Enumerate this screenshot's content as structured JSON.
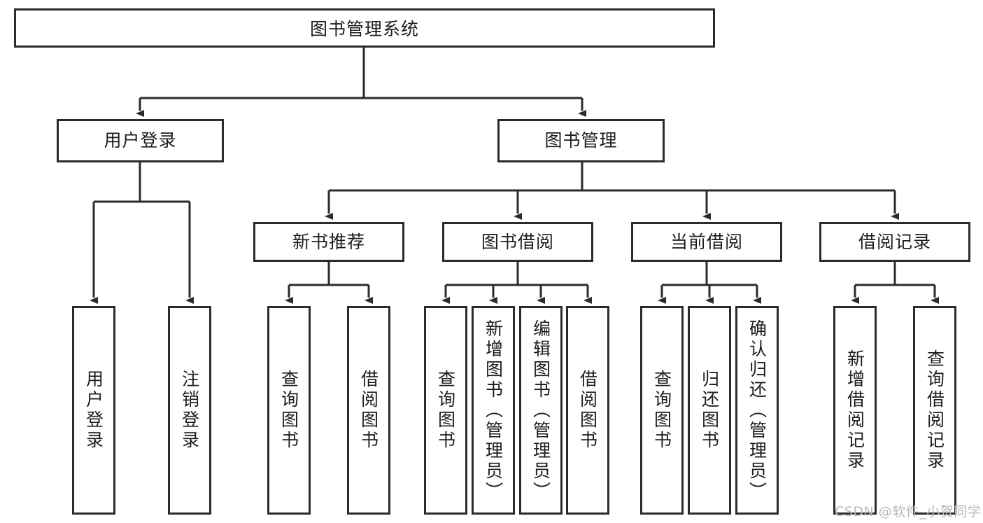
{
  "diagram": {
    "title": "图书管理系统",
    "type": "tree-hierarchy",
    "watermark": "CSDN @软件_小贺同学",
    "colors": {
      "box_border": "#2b2b2b",
      "box_fill": "#ffffff",
      "edge": "#2b2b2b",
      "text": "#1d1d1d",
      "watermark": "#b9b9b9",
      "background": "#ffffff"
    }
  },
  "nodes": {
    "root": {
      "label": "图书管理系统"
    },
    "level1": [
      {
        "id": "user-login",
        "label": "用户登录"
      },
      {
        "id": "book-manage",
        "label": "图书管理"
      }
    ],
    "level2": [
      {
        "id": "new-book-recommend",
        "label": "新书推荐"
      },
      {
        "id": "book-borrow",
        "label": "图书借阅"
      },
      {
        "id": "current-borrow",
        "label": "当前借阅"
      },
      {
        "id": "borrow-record",
        "label": "借阅记录"
      }
    ],
    "leaves": {
      "user-login": [
        {
          "id": "leaf-user-login",
          "label": "用户登录"
        },
        {
          "id": "leaf-user-logout",
          "label": "注销登录"
        }
      ],
      "new-book-recommend": [
        {
          "id": "leaf-query-book-1",
          "label": "查询图书"
        },
        {
          "id": "leaf-borrow-book-1",
          "label": "借阅图书"
        }
      ],
      "book-borrow": [
        {
          "id": "leaf-query-book-2",
          "label": "查询图书"
        },
        {
          "id": "leaf-add-book",
          "label": "新增图书（管理员）"
        },
        {
          "id": "leaf-edit-book",
          "label": "编辑图书（管理员）"
        },
        {
          "id": "leaf-borrow-book-2",
          "label": "借阅图书"
        }
      ],
      "current-borrow": [
        {
          "id": "leaf-query-book-3",
          "label": "查询图书"
        },
        {
          "id": "leaf-return-book",
          "label": "归还图书"
        },
        {
          "id": "leaf-confirm-return",
          "label": "确认归还（管理员）"
        }
      ],
      "borrow-record": [
        {
          "id": "leaf-add-record",
          "label": "新增借阅记录"
        },
        {
          "id": "leaf-query-record",
          "label": "查询借阅记录"
        }
      ]
    }
  }
}
